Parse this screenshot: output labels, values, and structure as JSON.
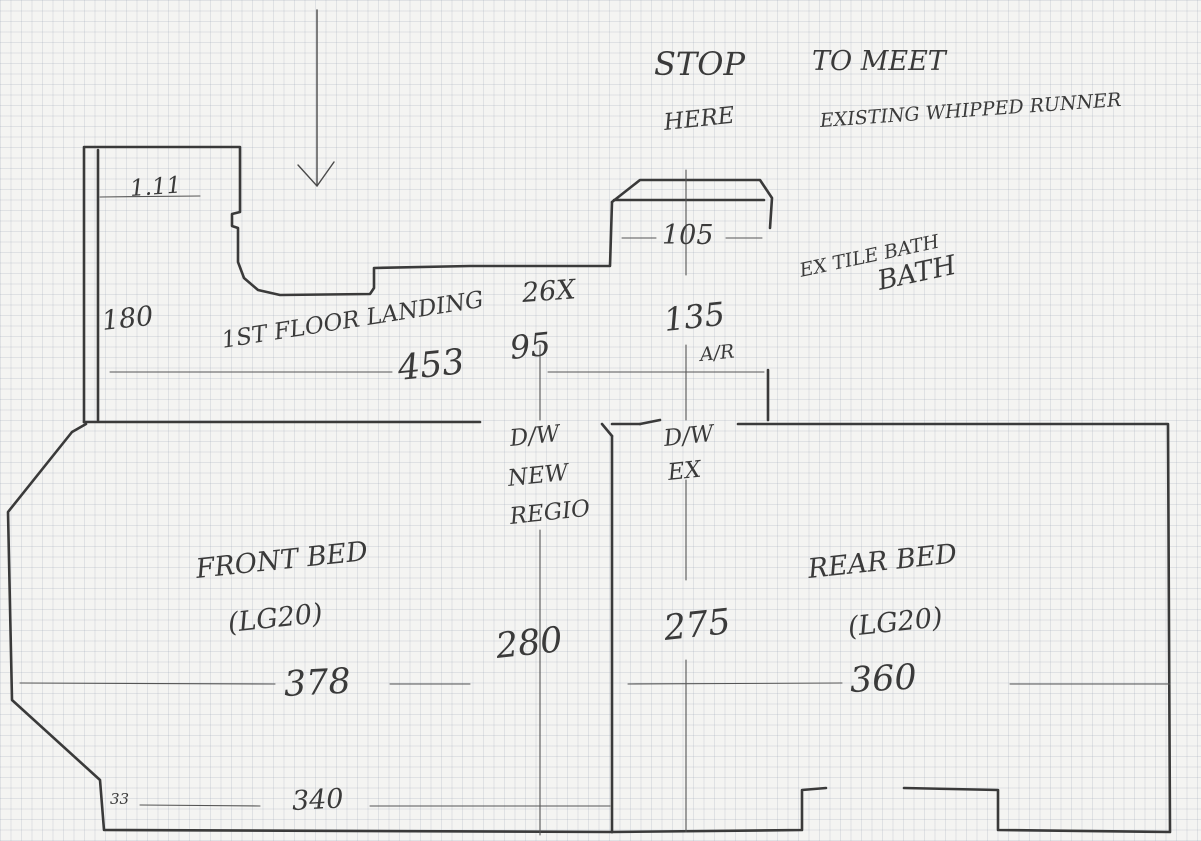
{
  "notes": {
    "stop": "STOP",
    "to_meet": "TO MEET",
    "here": "HERE",
    "existing_runner": "EXISTING WHIPPED RUNNER",
    "ex_tile_bath": "EX TILE BATH",
    "bath": "BATH"
  },
  "rooms": {
    "landing": "1ST FLOOR LANDING",
    "front_bed": "FRONT BED",
    "front_bed_grade": "(LG20)",
    "rear_bed": "REAR BED",
    "rear_bed_grade": "(LG20)"
  },
  "doors": {
    "new_door_1": "D/W",
    "new_door_2": "NEW",
    "new_door_3": "REGIO",
    "ex_door_1": "D/W",
    "ex_door_2": "EX",
    "airing": "A/R"
  },
  "dimensions": {
    "stair_width": "1.11",
    "landing_depth": "180",
    "landing_length": "453",
    "landing_step": "26X",
    "corridor": "95",
    "bath_passage": "135",
    "bath_width": "105",
    "front_bed_length": "378",
    "front_bed_wall": "340",
    "front_bed_depth": "280",
    "rear_bed_depth": "275",
    "rear_bed_length": "360",
    "bay": "33"
  }
}
